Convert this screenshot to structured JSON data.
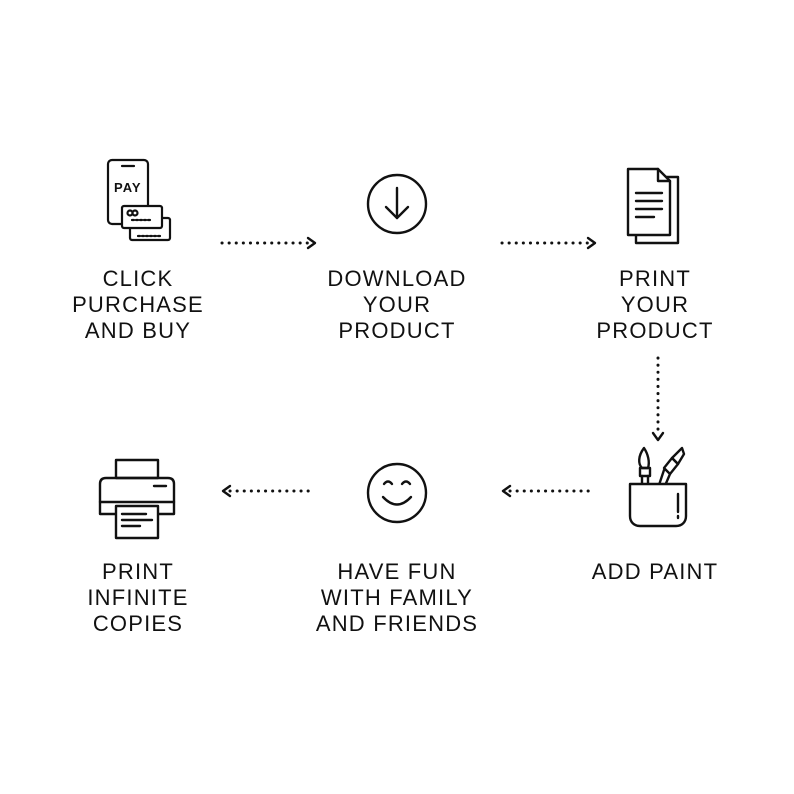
{
  "steps": [
    {
      "icon": "phone-pay-icon",
      "icon_text": "PAY",
      "label_lines": [
        "CLICK",
        "PURCHASE",
        "AND BUY"
      ]
    },
    {
      "icon": "download-icon",
      "label_lines": [
        "DOWNLOAD",
        "YOUR",
        "PRODUCT"
      ]
    },
    {
      "icon": "documents-icon",
      "label_lines": [
        "PRINT",
        "YOUR",
        "PRODUCT"
      ]
    },
    {
      "icon": "paint-brushes-icon",
      "label_lines": [
        "ADD PAINT"
      ]
    },
    {
      "icon": "smiley-icon",
      "label_lines": [
        "HAVE FUN",
        "WITH FAMILY",
        "AND FRIENDS"
      ]
    },
    {
      "icon": "printer-icon",
      "label_lines": [
        "PRINT",
        "INFINITE",
        "COPIES"
      ]
    }
  ],
  "colors": {
    "ink": "#111111",
    "background": "#ffffff"
  }
}
